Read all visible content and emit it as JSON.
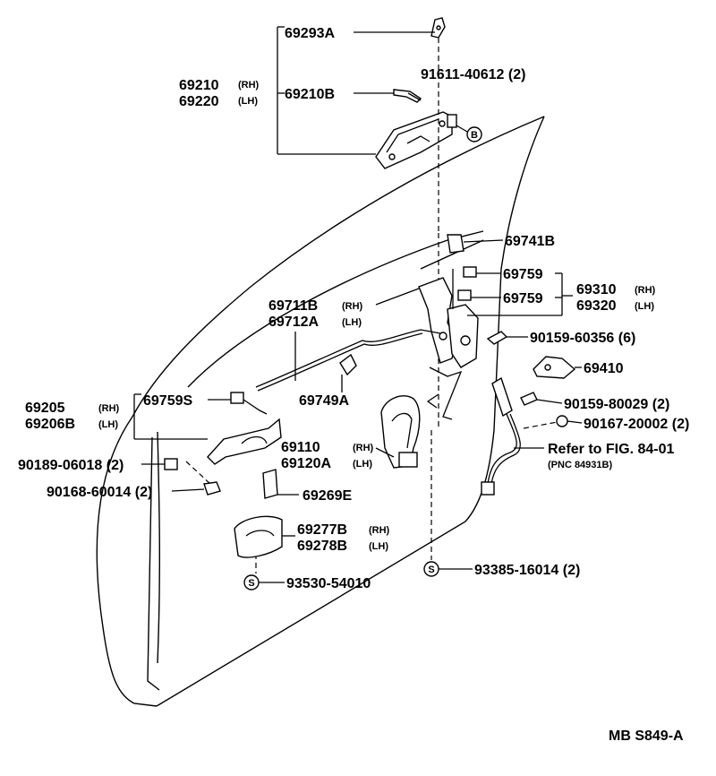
{
  "labels": {
    "p69293A": "69293A",
    "p91611": "91611-40612 (2)",
    "p69210": "69210",
    "p69220": "69220",
    "p69210B": "69210B",
    "p69741B": "69741B",
    "p69759a": "69759",
    "p69759b": "69759",
    "p69310": "69310",
    "p69320": "69320",
    "p69711B": "69711B",
    "p69712A": "69712A",
    "p90159_60356": "90159-60356 (6)",
    "p69410": "69410",
    "p69749A": "69749A",
    "p69205": "69205",
    "p69206B": "69206B",
    "p69759S": "69759S",
    "p90159_80029": "90159-80029 (2)",
    "p90167": "90167-20002 (2)",
    "p69110": "69110",
    "p69120A": "69120A",
    "p90189": "90189-06018 (2)",
    "refer": "Refer to FIG. 84-01",
    "pnc": "(PNC 84931B)",
    "p90168": "90168-60014 (2)",
    "p69269E": "69269E",
    "p69277B": "69277B",
    "p69278B": "69278B",
    "p93530": "93530-54010",
    "p93385": "93385-16014 (2)",
    "code": "MB S849-A",
    "rh": "(RH)",
    "lh": "(LH)",
    "B": "B",
    "S": "S"
  }
}
